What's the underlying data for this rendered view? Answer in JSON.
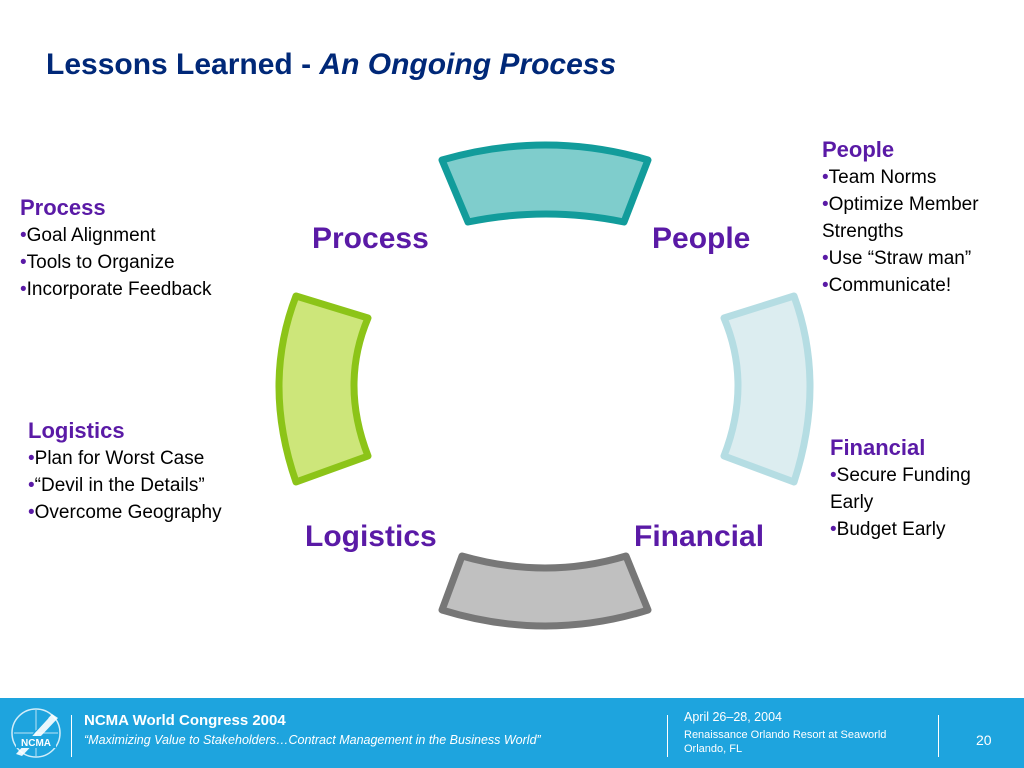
{
  "slide": {
    "title_plain": "Lessons Learned - ",
    "title_italic": "An Ongoing Process"
  },
  "diagram": {
    "labels": {
      "process": "Process",
      "people": "People",
      "logistics": "Logistics",
      "financial": "Financial"
    },
    "colors": {
      "top_fill": "#7fcdcc",
      "top_stroke": "#129c9b",
      "left_fill": "#cde67a",
      "left_stroke": "#8cc418",
      "right_fill": "#dcedf0",
      "right_stroke": "#b5dde3",
      "bottom_fill": "#c0c0c0",
      "bottom_stroke": "#777777",
      "label_color": "#5a1aa6"
    }
  },
  "blocks": {
    "process": {
      "heading": "Process",
      "items": [
        "Goal Alignment",
        "Tools to Organize",
        "Incorporate Feedback"
      ]
    },
    "people": {
      "heading": "People",
      "items": [
        "Team Norms",
        "Optimize Member",
        "Strengths",
        "Use “Straw man”",
        "Communicate!"
      ]
    },
    "logistics": {
      "heading": "Logistics",
      "items": [
        "Plan for Worst Case",
        "“Devil in the Details”",
        "Overcome Geography"
      ]
    },
    "financial": {
      "heading": "Financial",
      "items": [
        "Secure Funding",
        "Early",
        "Budget Early"
      ]
    }
  },
  "bullet": "•",
  "footer": {
    "conference": "NCMA World Congress 2004",
    "tagline": "“Maximizing Value to Stakeholders…Contract Management in the Business World”",
    "date": "April 26–28, 2004",
    "venue_line1": "Renaissance Orlando Resort at Seaworld",
    "venue_line2": "Orlando, FL",
    "page_number": "20",
    "logo_text": "NCMA",
    "bg_color": "#1ea4de"
  }
}
